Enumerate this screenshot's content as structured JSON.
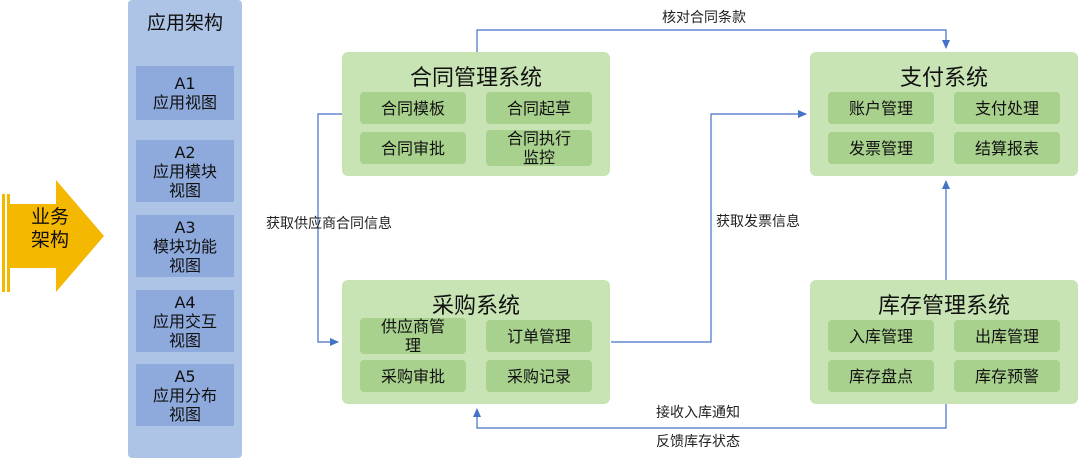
{
  "business": {
    "label_line1": "业务",
    "label_line2": "架构"
  },
  "app_architecture": {
    "title": "应用架构",
    "items": [
      {
        "code": "A1",
        "line1": "应用视图",
        "line2": ""
      },
      {
        "code": "A2",
        "line1": "应用模块",
        "line2": "视图"
      },
      {
        "code": "A3",
        "line1": "模块功能",
        "line2": "视图"
      },
      {
        "code": "A4",
        "line1": "应用交互",
        "line2": "视图"
      },
      {
        "code": "A5",
        "line1": "应用分布",
        "line2": "视图"
      }
    ]
  },
  "systems": {
    "contract": {
      "title": "合同管理系统",
      "modules": [
        "合同模板",
        "合同起草",
        "合同审批",
        "合同执行监控"
      ]
    },
    "payment": {
      "title": "支付系统",
      "modules": [
        "账户管理",
        "支付处理",
        "发票管理",
        "结算报表"
      ]
    },
    "procurement": {
      "title": "采购系统",
      "modules": [
        "供应商管理",
        "订单管理",
        "采购审批",
        "采购记录"
      ]
    },
    "inventory": {
      "title": "库存管理系统",
      "modules": [
        "入库管理",
        "出库管理",
        "库存盘点",
        "库存预警"
      ]
    }
  },
  "edges": {
    "contract_to_payment": "核对合同条款",
    "contract_to_procurement": "获取供应商合同信息",
    "procurement_to_payment": "获取发票信息",
    "inventory_to_procurement_1": "接收入库通知",
    "inventory_to_procurement_2": "反馈库存状态"
  },
  "colors": {
    "system_bg": "#c9e4b4",
    "module_bg": "#a9d18e",
    "app_col_bg": "#adc4e6",
    "app_item_bg": "#8ea9dc",
    "arrow": "#4472c4",
    "biz_arrow": "#f5b800"
  }
}
